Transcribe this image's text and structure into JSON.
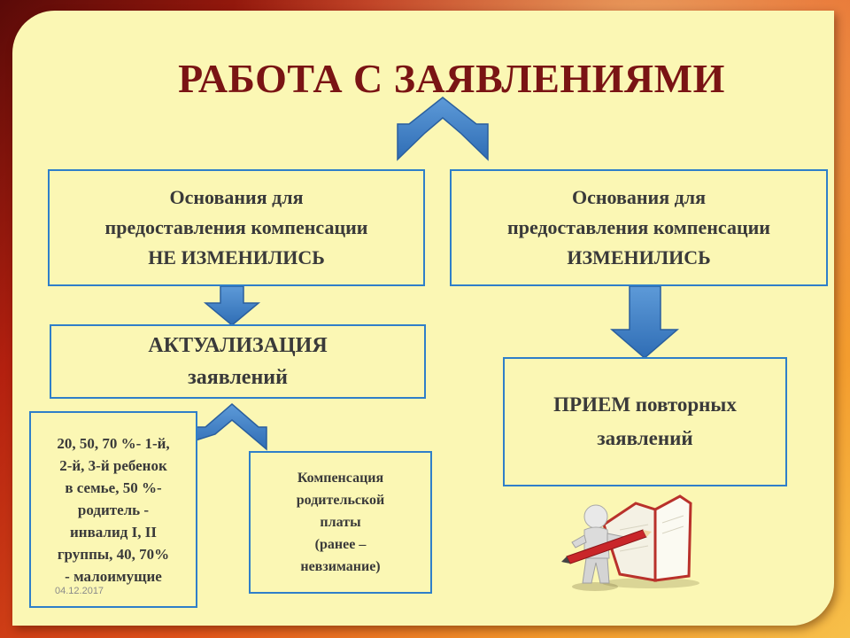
{
  "title": "РАБОТА С ЗАЯВЛЕНИЯМИ",
  "box_left": {
    "line1": "Основания для",
    "line2": "предоставления компенсации",
    "line3": "НЕ ИЗМЕНИЛИСЬ"
  },
  "box_right": {
    "line1": "Основания для",
    "line2": "предоставления компенсации",
    "line3": "ИЗМЕНИЛИСЬ"
  },
  "box_actualization": {
    "line1": "АКТУАЛИЗАЦИЯ",
    "line2": "заявлений"
  },
  "box_reception": {
    "line1": "ПРИЕМ повторных",
    "line2": "заявлений"
  },
  "box_percentages": {
    "lines": [
      "20, 50, 70 %- 1-й,",
      "2-й, 3-й ребенок",
      "в семье,  50 %-",
      "родитель -",
      "инвалид I, II",
      "группы, 40, 70%",
      "- малоимущие"
    ]
  },
  "box_compensation": {
    "lines": [
      "Компенсация",
      "родительской",
      "платы",
      "(ранее –",
      "невзимание)"
    ]
  },
  "date": "04.12.2017",
  "colors": {
    "frame": "#c0301a",
    "panel": "#fbf7b4",
    "title": "#7a1414",
    "box_border": "#2f7fc9",
    "arrow": "#3f7fc4"
  },
  "icons": {
    "illustration": "person-with-pencil-and-book-icon"
  }
}
